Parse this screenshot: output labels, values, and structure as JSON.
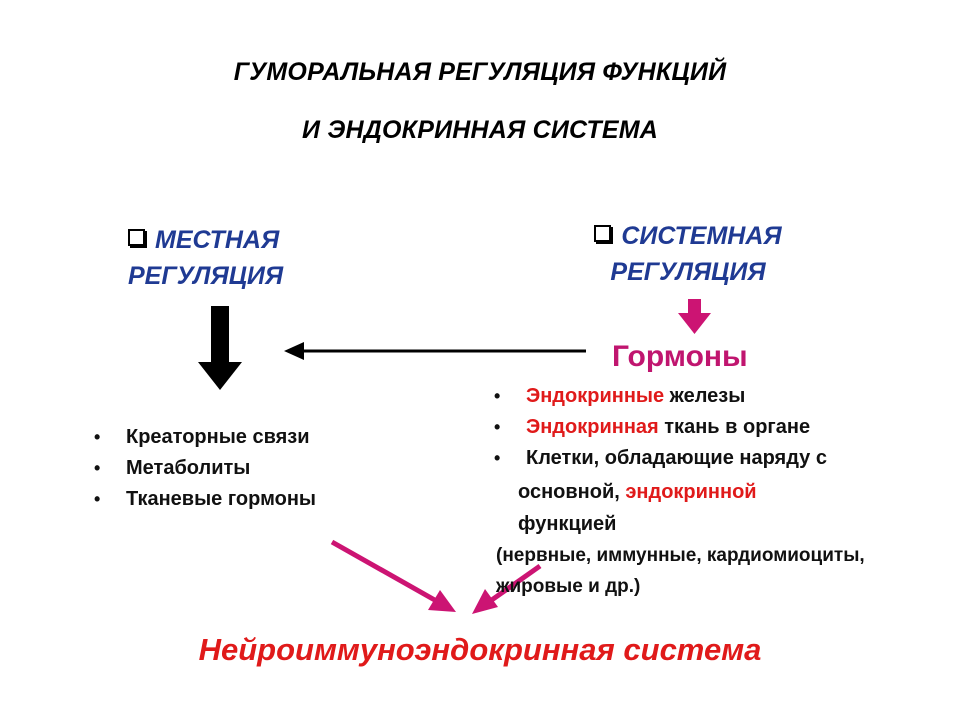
{
  "title": {
    "line1": "ГУМОРАЛЬНАЯ РЕГУЛЯЦИЯ ФУНКЦИЙ",
    "line2": "И ЭНДОКРИННАЯ СИСТЕМА"
  },
  "local": {
    "line1": "МЕСТНАЯ",
    "line2": "РЕГУЛЯЦИЯ",
    "items": [
      "Креаторные связи",
      "Метаболиты",
      "Тканевые гормоны"
    ]
  },
  "systemic": {
    "line1": "СИСТЕМНАЯ",
    "line2": "РЕГУЛЯЦИЯ",
    "hormones": "Гормоны",
    "items": [
      {
        "red": "Эндокринные",
        "rest": " железы"
      },
      {
        "red": "Эндокринная",
        "rest": " ткань в органе"
      },
      {
        "pre": "Клетки, обладающие наряду с",
        "line2_pre": "основной, ",
        "line2_red": "эндокринной",
        "line3": "функцией"
      }
    ],
    "note_line1": "(нервные, иммунные, кардиомиоциты,",
    "note_line2": "жировые и др.)"
  },
  "result": "Нейроиммуноэндокринная система",
  "bullet": "•",
  "colors": {
    "heading_blue": "#1f3a93",
    "hormone_magenta": "#c0156f",
    "arrow_magenta": "#cc1473",
    "accent_red": "#e01a1a",
    "text": "#000000"
  }
}
